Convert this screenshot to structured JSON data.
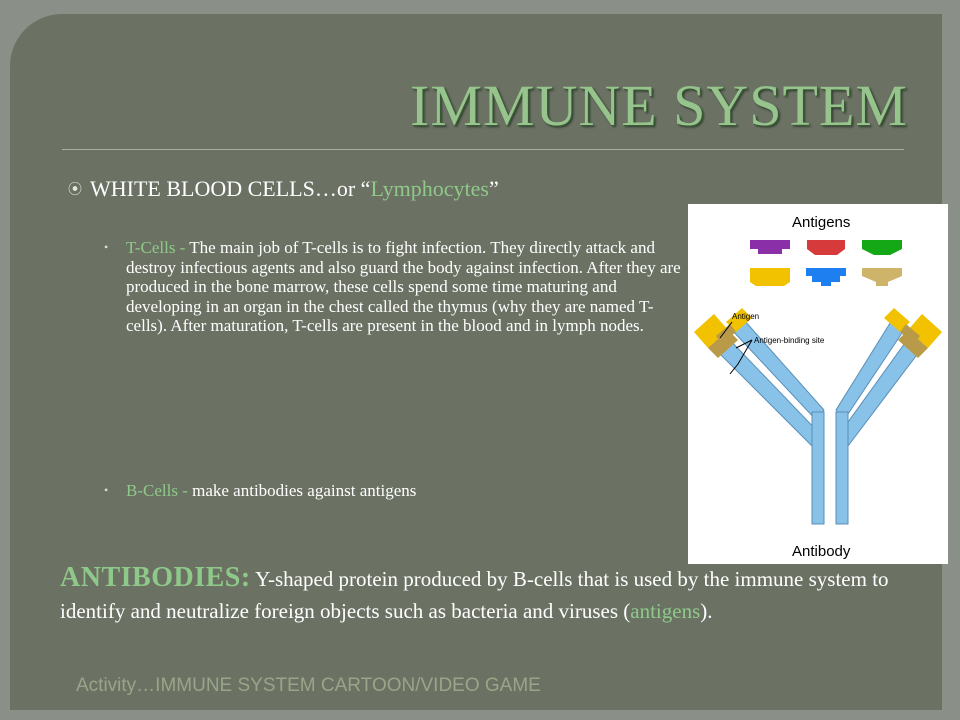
{
  "slide": {
    "title": "IMMUNE SYSTEM",
    "main_bullet": {
      "prefix": "WHITE BLOOD CELLS…or “",
      "highlight": "Lymphocytes",
      "suffix": "”"
    },
    "t_cells": {
      "label": "T-Cells - ",
      "text": "The main job of T-cells is to fight infection. They directly attack and destroy infectious agents and also guard the body against infection. After they are produced in the bone marrow, these cells spend some time maturing and developing in an organ in the chest called the thymus (why they are named T-cells). After maturation, T-cells are present in the blood and in lymph nodes."
    },
    "b_cells": {
      "label": "B-Cells - ",
      "text": "make antibodies against antigens"
    },
    "antibodies": {
      "heading": "ANTIBODIES:",
      "text_before": " Y-shaped protein produced by B-cells that is used by the immune system to identify and neutralize foreign objects such as bacteria and viruses (",
      "highlight": "antigens",
      "text_after": ")."
    },
    "footer": "Activity…IMMUNE SYSTEM CARTOON/VIDEO GAME"
  },
  "diagram": {
    "antigens_label": "Antigens",
    "antigen_label": "Antigen",
    "binding_site_label": "Antigen-binding site",
    "antibody_label": "Antibody",
    "antigen_colors": [
      "#8b2fa8",
      "#d63a3a",
      "#14a816",
      "#f2c200",
      "#1d7ff0",
      "#cdb46a"
    ],
    "arm_color": "#88c2e8",
    "arm_outline": "#5a8fb8",
    "tip_yellow": "#f2c200",
    "tip_tan": "#b89a48"
  }
}
